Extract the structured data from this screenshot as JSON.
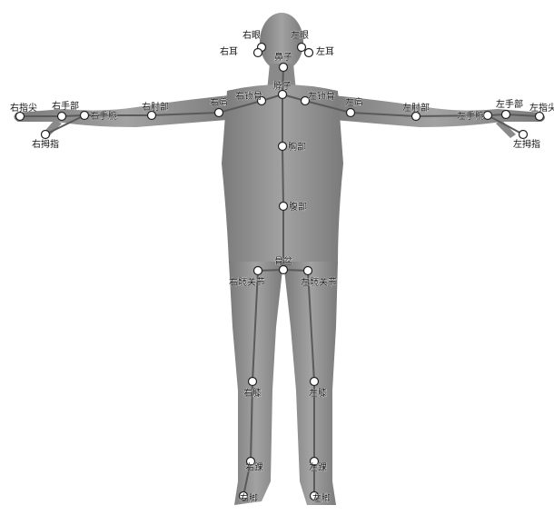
{
  "diagram": {
    "colors": {
      "background": "#ffffff",
      "body_fill": "#8e8e8e",
      "body_shade": "#6f6f6f",
      "bone_line": "#5a5a5a",
      "joint_fill": "#ffffff",
      "joint_stroke": "#222222",
      "label_text": "#111111"
    },
    "joints": {
      "right_eye": {
        "label": "右眼"
      },
      "left_eye": {
        "label": "左眼"
      },
      "right_ear": {
        "label": "右耳"
      },
      "left_ear": {
        "label": "左耳"
      },
      "nose": {
        "label": "鼻子"
      },
      "neck": {
        "label": "脖子"
      },
      "right_clavicle": {
        "label": "右锁骨"
      },
      "left_clavicle": {
        "label": "左锁骨"
      },
      "right_shoulder": {
        "label": "右肩"
      },
      "left_shoulder": {
        "label": "左肩"
      },
      "right_elbow": {
        "label": "右肘部"
      },
      "left_elbow": {
        "label": "左肘部"
      },
      "right_wrist": {
        "label": "右手腕"
      },
      "left_wrist": {
        "label": "左手腕"
      },
      "right_hand": {
        "label": "右手部"
      },
      "left_hand": {
        "label": "左手部"
      },
      "right_fingertip": {
        "label": "右指尖"
      },
      "left_fingertip": {
        "label": "左指尖"
      },
      "right_thumb": {
        "label": "右拇指"
      },
      "left_thumb": {
        "label": "左拇指"
      },
      "chest": {
        "label": "胸部"
      },
      "abdomen": {
        "label": "腹部"
      },
      "pelvis": {
        "label": "骨盆"
      },
      "right_hip": {
        "label": "右髋关节"
      },
      "left_hip": {
        "label": "左髋关节"
      },
      "right_knee": {
        "label": "右膝"
      },
      "left_knee": {
        "label": "左膝"
      },
      "right_ankle": {
        "label": "右踝"
      },
      "left_ankle": {
        "label": "左踝"
      },
      "right_foot": {
        "label": "右脚"
      },
      "left_foot": {
        "label": "左脚"
      }
    },
    "bones": [
      [
        "neck",
        "nose"
      ],
      [
        "neck",
        "right_clavicle"
      ],
      [
        "neck",
        "left_clavicle"
      ],
      [
        "right_clavicle",
        "right_shoulder"
      ],
      [
        "left_clavicle",
        "left_shoulder"
      ],
      [
        "right_shoulder",
        "right_elbow"
      ],
      [
        "left_shoulder",
        "left_elbow"
      ],
      [
        "right_elbow",
        "right_wrist"
      ],
      [
        "left_elbow",
        "left_wrist"
      ],
      [
        "right_wrist",
        "right_hand"
      ],
      [
        "left_wrist",
        "left_hand"
      ],
      [
        "right_hand",
        "right_fingertip"
      ],
      [
        "left_hand",
        "left_fingertip"
      ],
      [
        "right_wrist",
        "right_thumb"
      ],
      [
        "left_wrist",
        "left_thumb"
      ],
      [
        "neck",
        "chest"
      ],
      [
        "chest",
        "abdomen"
      ],
      [
        "abdomen",
        "pelvis"
      ],
      [
        "pelvis",
        "right_hip"
      ],
      [
        "pelvis",
        "left_hip"
      ],
      [
        "right_hip",
        "right_knee"
      ],
      [
        "left_hip",
        "left_knee"
      ],
      [
        "right_knee",
        "right_ankle"
      ],
      [
        "left_knee",
        "left_ankle"
      ],
      [
        "right_ankle",
        "right_foot"
      ],
      [
        "left_ankle",
        "left_foot"
      ]
    ]
  }
}
